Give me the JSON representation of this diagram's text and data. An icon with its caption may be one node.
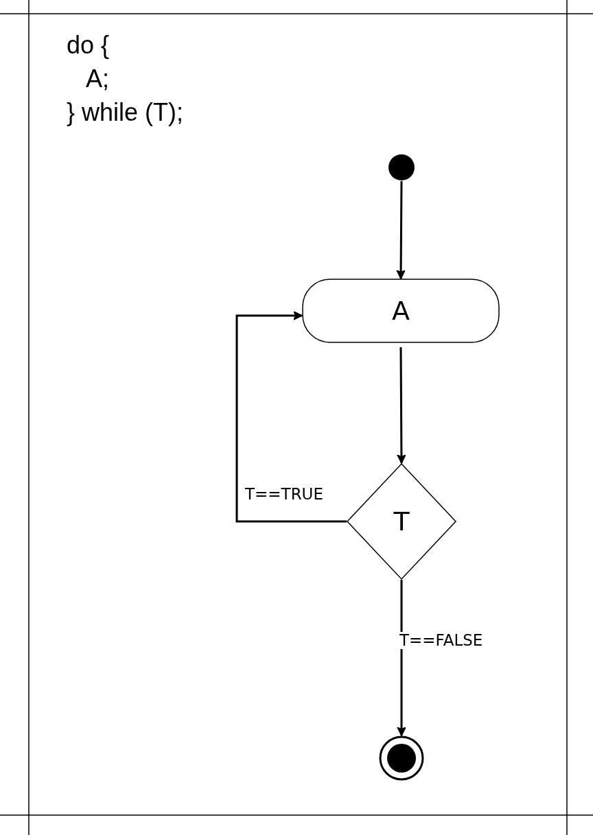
{
  "diagram": {
    "nodes": [
      {
        "text": [],
        "shape": "circle"
      },
      {
        "text": [
          "A"
        ]
      },
      {
        "text": [
          "T"
        ]
      },
      {
        "text": [],
        "shape": "bullseye"
      }
    ],
    "edges": [
      {
        "from": 0,
        "to": 1,
        "arrow": "to"
      },
      {
        "from": 1,
        "to": 2,
        "arrow": "to"
      },
      {
        "from": 2,
        "to": 1,
        "arrow": "to",
        "label": "T==TRUE"
      },
      {
        "from": 2,
        "to": 3,
        "arrow": "to",
        "label": "T==FALSE"
      }
    ],
    "labels": [
      "do {",
      "A;",
      "} while (T);"
    ]
  }
}
